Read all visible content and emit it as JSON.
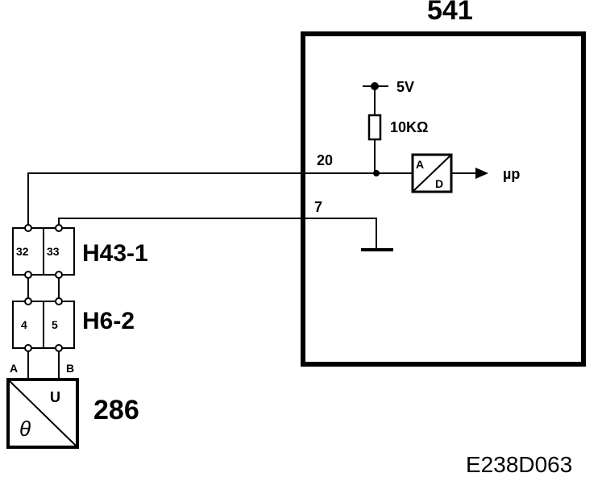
{
  "ecu": {
    "id": "541"
  },
  "ecu_pins": {
    "signal": "20",
    "ground": "7"
  },
  "supply": {
    "voltage": "5V",
    "resistor": "10KΩ"
  },
  "adc": {
    "top": "A",
    "bottom": "D",
    "output": "µp"
  },
  "connectors": [
    {
      "id": "H43-1",
      "pins": [
        "32",
        "33"
      ]
    },
    {
      "id": "H6-2",
      "pins": [
        "4",
        "5"
      ]
    }
  ],
  "sensor": {
    "id": "286",
    "wire_a": "A",
    "wire_b": "B",
    "output_symbol": "U",
    "input_symbol": "θ"
  },
  "figure_ref": "E238D063",
  "colors": {
    "ink": "#000000",
    "paper": "#ffffff"
  }
}
